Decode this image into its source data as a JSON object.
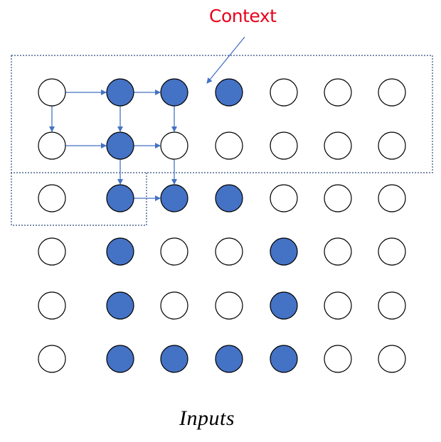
{
  "labels": {
    "context": "Context",
    "inputs": "Inputs"
  },
  "colors": {
    "filled_node": "#4472C4",
    "empty_node": "#ffffff",
    "node_stroke": "#000000",
    "arrow": "#4472C4",
    "context_label": "#e8001c",
    "dotted_box": "#2f4a7a"
  },
  "grid": {
    "rows": 6,
    "cols": 7,
    "filled": [
      [
        0,
        1
      ],
      [
        0,
        2
      ],
      [
        0,
        3
      ],
      [
        1,
        1
      ],
      [
        2,
        1
      ],
      [
        2,
        2
      ],
      [
        2,
        3
      ],
      [
        3,
        1
      ],
      [
        3,
        4
      ],
      [
        4,
        1
      ],
      [
        4,
        4
      ],
      [
        5,
        1
      ],
      [
        5,
        2
      ],
      [
        5,
        3
      ],
      [
        5,
        4
      ]
    ]
  },
  "arrows": [
    {
      "from": [
        0,
        0
      ],
      "to": [
        0,
        1
      ]
    },
    {
      "from": [
        0,
        1
      ],
      "to": [
        0,
        2
      ]
    },
    {
      "from": [
        0,
        0
      ],
      "to": [
        1,
        0
      ]
    },
    {
      "from": [
        0,
        1
      ],
      "to": [
        1,
        1
      ]
    },
    {
      "from": [
        0,
        2
      ],
      "to": [
        1,
        2
      ]
    },
    {
      "from": [
        1,
        0
      ],
      "to": [
        1,
        1
      ]
    },
    {
      "from": [
        1,
        1
      ],
      "to": [
        1,
        2
      ]
    },
    {
      "from": [
        1,
        1
      ],
      "to": [
        2,
        1
      ]
    },
    {
      "from": [
        1,
        2
      ],
      "to": [
        2,
        2
      ]
    },
    {
      "from": [
        2,
        1
      ],
      "to": [
        2,
        2
      ]
    }
  ]
}
